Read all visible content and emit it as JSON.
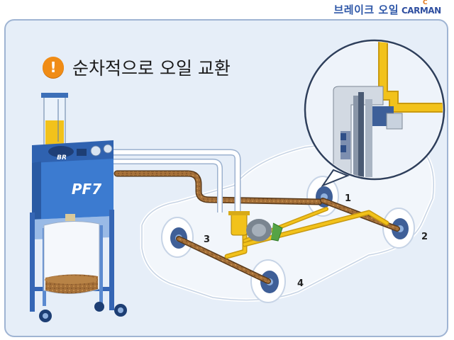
{
  "header": {
    "title": "브레이크 오일",
    "logo_text": "CARMAN",
    "logo_accent": "C"
  },
  "heading": {
    "icon": "exclamation-icon",
    "icon_glyph": "!",
    "text": "순차적으로 오일 교환"
  },
  "machine": {
    "brand": "BR",
    "model": "PF7"
  },
  "wheels": [
    {
      "label": "1"
    },
    {
      "label": "2"
    },
    {
      "label": "3"
    },
    {
      "label": "4"
    }
  ],
  "colors": {
    "panel_bg": "#e6eef8",
    "machine_blue": "#3c7bd0",
    "brake_line_yellow": "#f2c21b",
    "used_oil_brown": "#9a6a35",
    "accent_orange": "#f08c16"
  }
}
